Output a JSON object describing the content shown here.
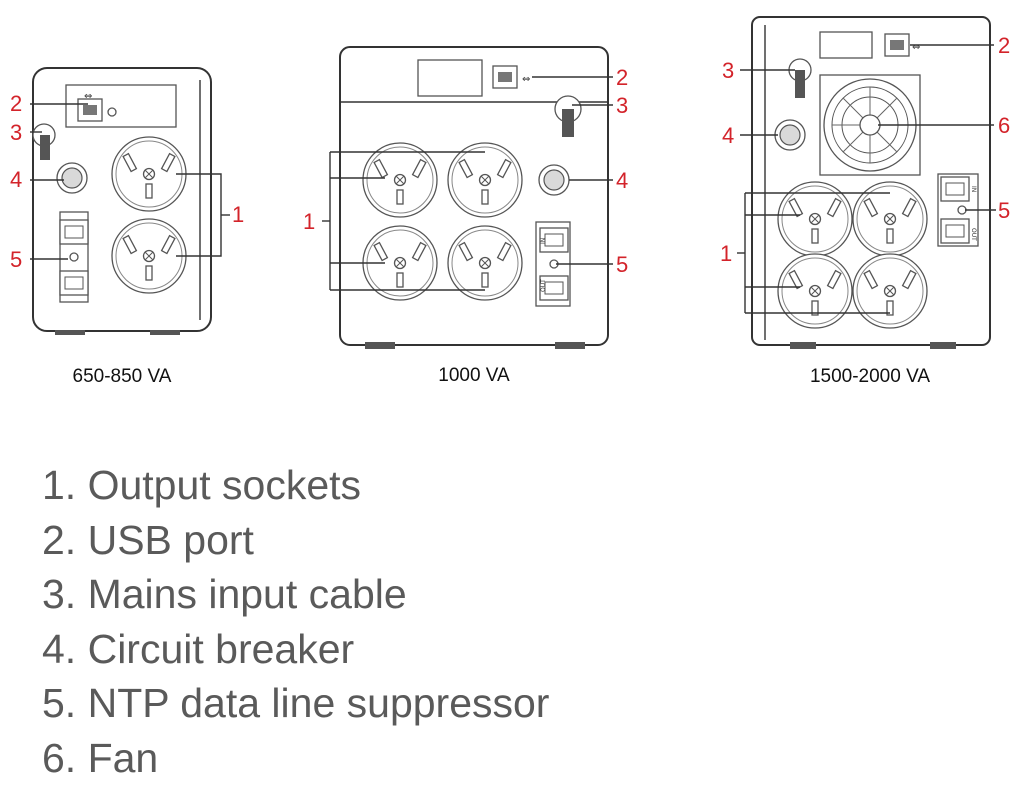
{
  "models": [
    {
      "caption": "650-850 VA"
    },
    {
      "caption": "1000 VA"
    },
    {
      "caption": "1500-2000 VA"
    }
  ],
  "callouts": [
    "1",
    "2",
    "3",
    "4",
    "5",
    "6"
  ],
  "port_labels": {
    "in": "IN",
    "out": "OUT"
  },
  "legend": [
    "1. Output sockets",
    "2. USB port",
    "3. Mains input cable",
    "4. Circuit breaker",
    "5. NTP data line suppressor",
    "6. Fan"
  ],
  "colors": {
    "callout": "#d3232a",
    "legend_text": "#5a5a5a",
    "line": "#333333"
  }
}
